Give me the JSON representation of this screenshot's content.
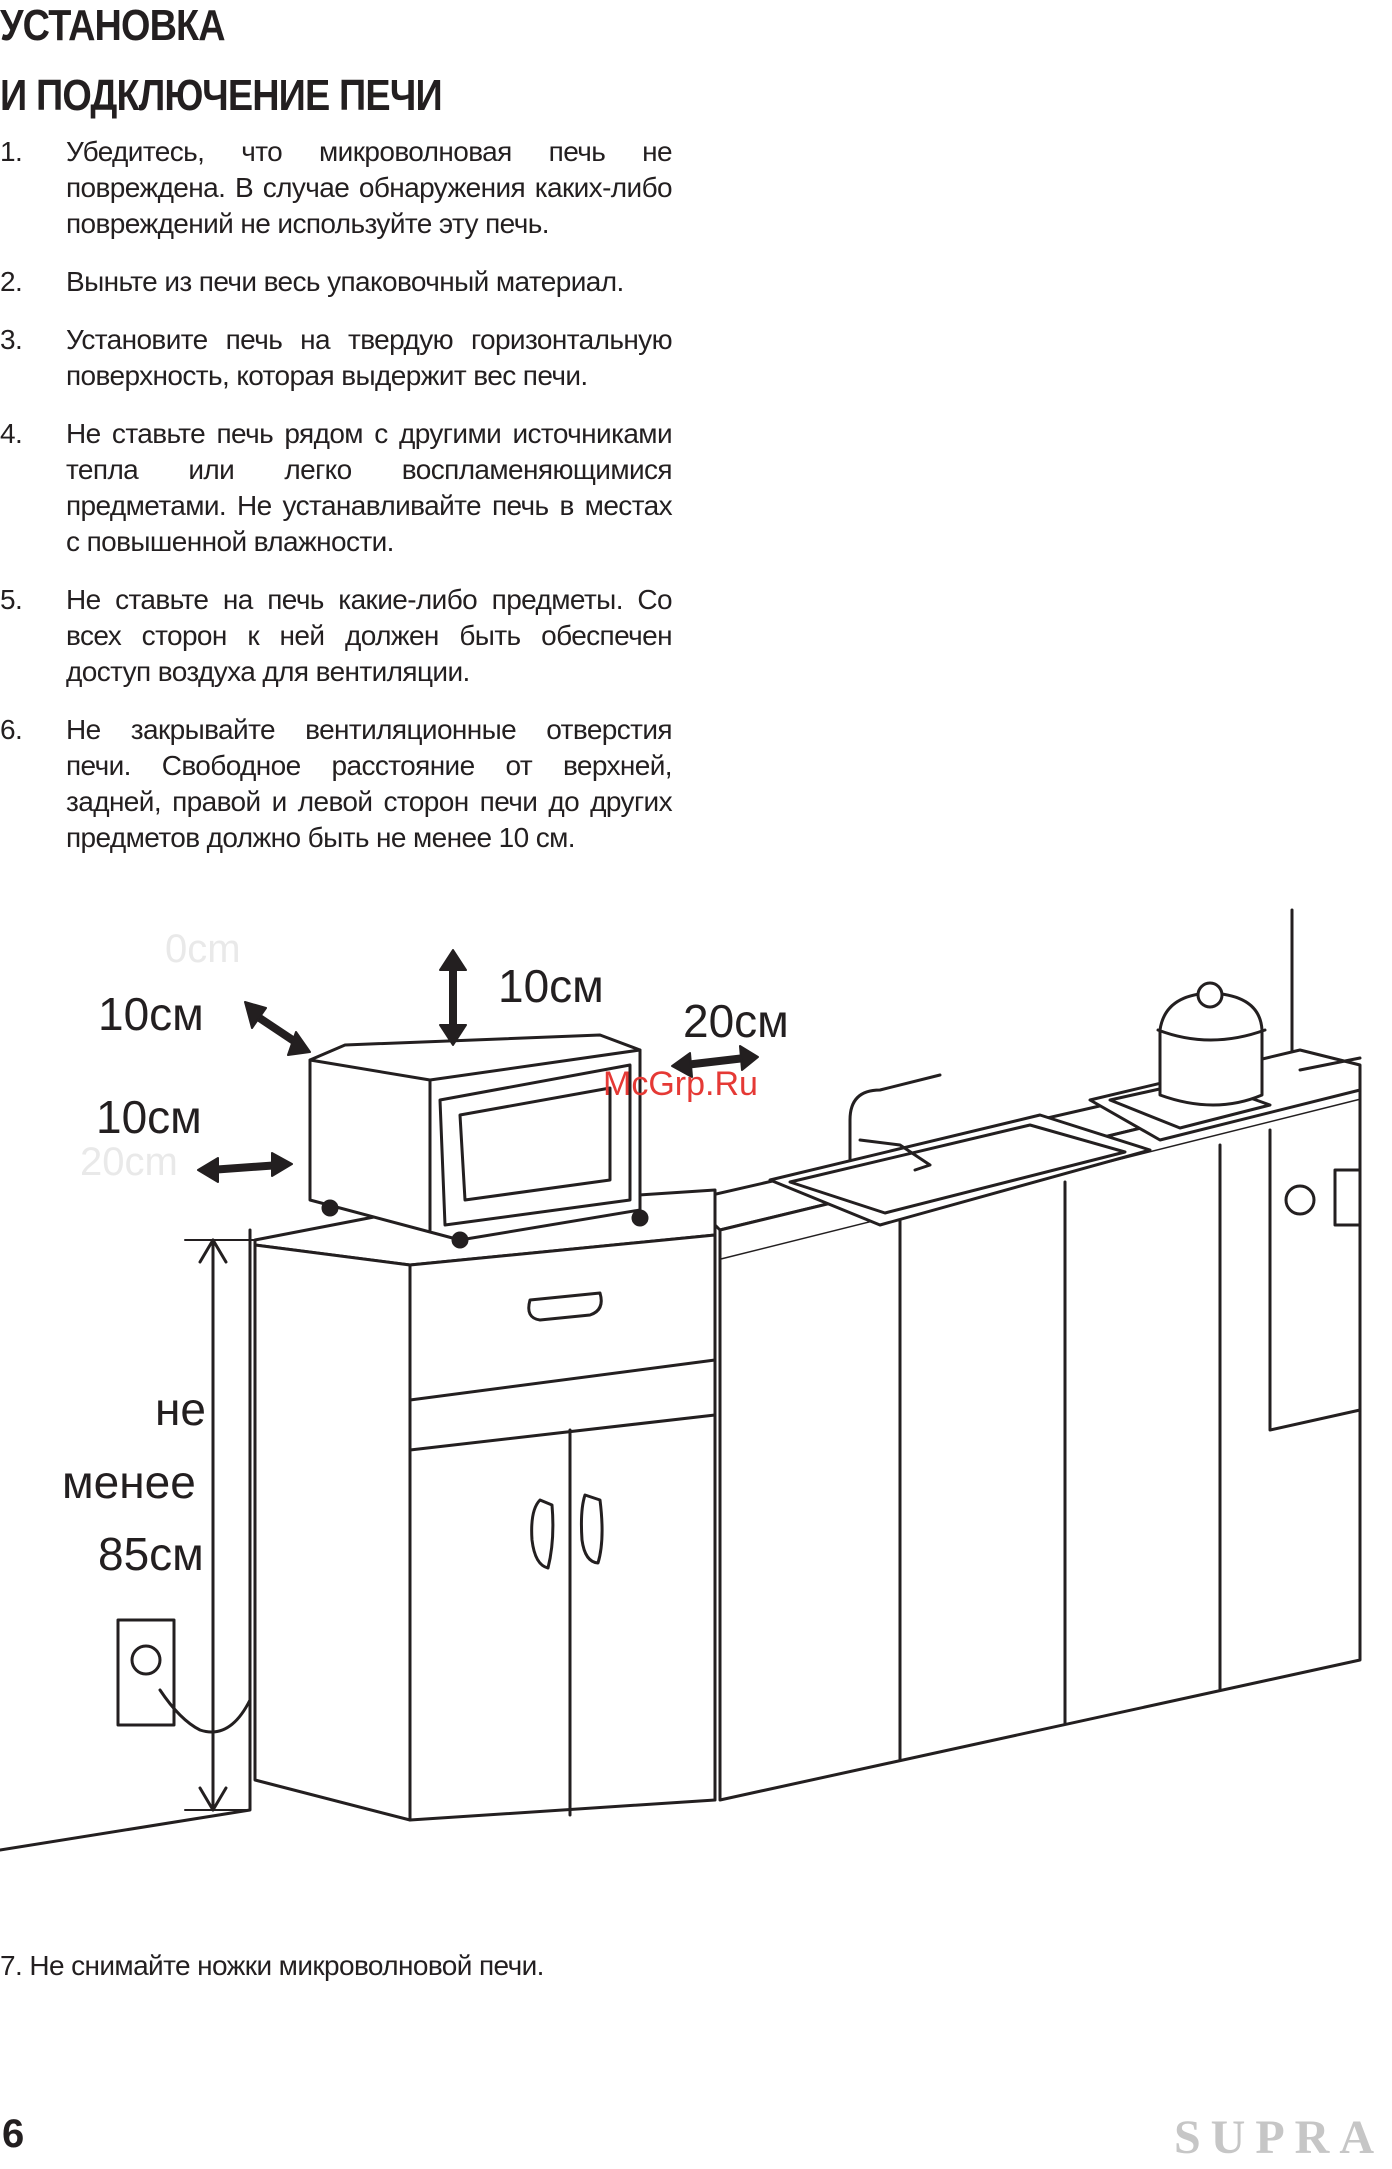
{
  "title": {
    "line1": "УСТАНОВКА",
    "line2": "И ПОДКЛЮЧЕНИЕ ПЕЧИ"
  },
  "steps": [
    {
      "num": "1.",
      "text": "Убедитесь, что микроволновая печь не повреждена. В случае обнаружения каких-либо повреждений не используйте эту печь."
    },
    {
      "num": "2.",
      "text": "Выньте из печи весь упаковочный материал."
    },
    {
      "num": "3.",
      "text": "Установите печь на твердую горизонтальную поверхность, которая выдержит вес печи."
    },
    {
      "num": "4.",
      "text": "Не ставьте печь рядом с другими источниками тепла или легко воспламеняющимися предметами. Не устанавливайте печь в местах с повышенной влажности."
    },
    {
      "num": "5.",
      "text": "Не ставьте на печь какие-либо предметы. Со всех сторон к ней должен быть обеспечен доступ воздуха для вентиляции."
    },
    {
      "num": "6.",
      "text": "Не закрывайте вентиляционные отверстия печи. Свободное расстояние от верхней, задней, правой и левой сторон печи до других предметов должно быть не менее 10 см."
    }
  ],
  "illustration": {
    "label_top": "10см",
    "label_back": "10см",
    "label_left": "10см",
    "label_right": "20см",
    "label_height_1": "не",
    "label_height_2": "менее",
    "label_height_3": "85см",
    "ghost_1": "0cm",
    "ghost_2": "20cm",
    "watermark": "McGrp.Ru"
  },
  "step7": {
    "num": "7.",
    "text": "Не снимайте ножки микроволновой печи."
  },
  "footer": {
    "page_number": "6",
    "brand": "SUPRA"
  }
}
